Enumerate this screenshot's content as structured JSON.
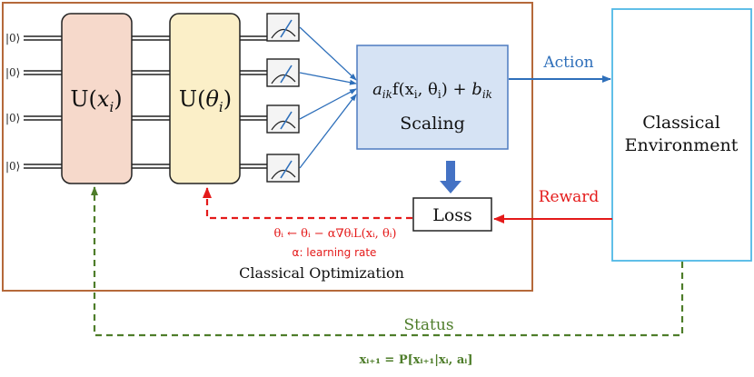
{
  "qubits": {
    "inputs": [
      "|0⟩",
      "|0⟩",
      "|0⟩",
      "|0⟩"
    ]
  },
  "gates": {
    "encoding": {
      "prefix": "U(",
      "var": "x",
      "sub": "i",
      "suffix": ")"
    },
    "variational": {
      "prefix": "U(",
      "var": "θ",
      "sub": "i",
      "suffix": ")"
    }
  },
  "scaling": {
    "formula": {
      "a": "a",
      "a_sub": "ik",
      "mid": "f(x",
      "xsub": "i",
      "comma": ", θ",
      "thsub": "i",
      "close": ") + ",
      "b": "b",
      "b_sub": "ik"
    },
    "label": "Scaling"
  },
  "loss": {
    "label": "Loss"
  },
  "optimization": {
    "update_rule": "θᵢ ← θᵢ − α∇θᵢL(xᵢ, θᵢ)",
    "learning_rate": "α: learning rate",
    "label": "Classical Optimization"
  },
  "environment": {
    "line1": "Classical",
    "line2": "Environment"
  },
  "edges": {
    "action": "Action",
    "reward": "Reward",
    "status": "Status",
    "transition": "xᵢ₊₁ = P[xᵢ₊₁|xᵢ, aᵢ]"
  },
  "colors": {
    "outer_border": "#b5693a",
    "encoding_fill": "#f6d9cb",
    "variational_fill": "#fbefc8",
    "scaling_fill": "#d6e3f4",
    "scaling_border": "#4d7bc0",
    "action": "#2e6fba",
    "reward": "#e41a1a",
    "status": "#4e7d2a",
    "env_border": "#4fb8e6"
  }
}
